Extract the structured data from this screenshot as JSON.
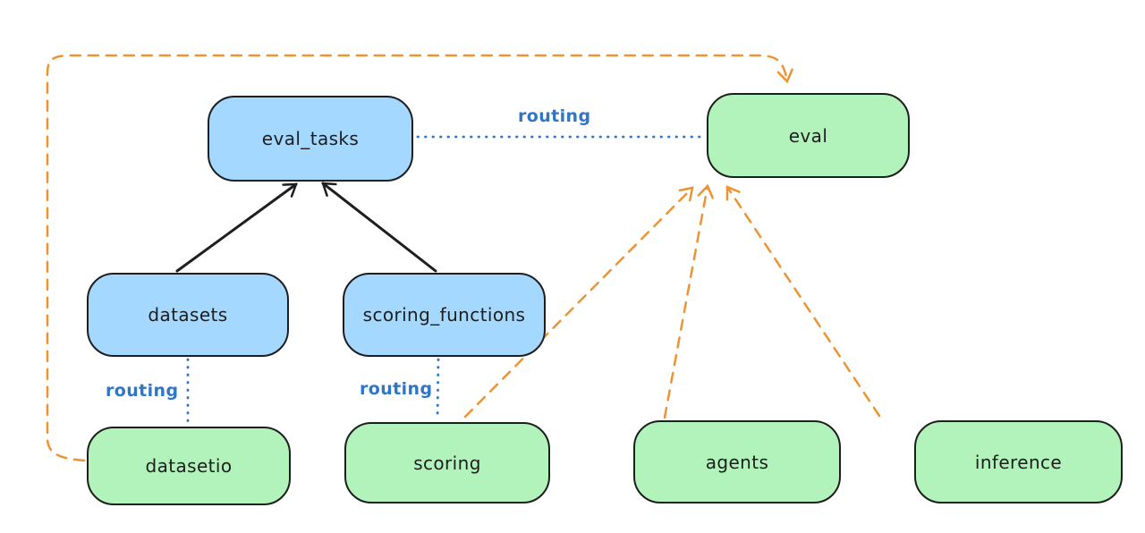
{
  "diagram": {
    "background_color": "#ffffff",
    "colors": {
      "api_box_fill": "#a5d8ff",
      "provider_box_fill": "#b2f2bb",
      "box_stroke": "#1e1e1e",
      "routing_blue": "#2f76c6",
      "orange_dashed": "#ec9434",
      "solid_arrow_black": "#1e1e1e"
    },
    "nodes": [
      {
        "id": "eval_tasks",
        "label": "eval_tasks",
        "color": "blue"
      },
      {
        "id": "eval",
        "label": "eval",
        "color": "green"
      },
      {
        "id": "datasets",
        "label": "datasets",
        "color": "blue"
      },
      {
        "id": "scoring_functions",
        "label": "scoring_functions",
        "color": "blue"
      },
      {
        "id": "datasetio",
        "label": "datasetio",
        "color": "green"
      },
      {
        "id": "scoring",
        "label": "scoring",
        "color": "green"
      },
      {
        "id": "agents",
        "label": "agents",
        "color": "green"
      },
      {
        "id": "inference",
        "label": "inference",
        "color": "green"
      }
    ],
    "edges": [
      {
        "from": "datasets",
        "to": "eval_tasks",
        "style": "solid-black-arrow",
        "label": ""
      },
      {
        "from": "scoring_functions",
        "to": "eval_tasks",
        "style": "solid-black-arrow",
        "label": ""
      },
      {
        "from": "eval_tasks",
        "to": "eval",
        "style": "dotted-blue",
        "label": "routing"
      },
      {
        "from": "datasets",
        "to": "datasetio",
        "style": "dotted-blue",
        "label": "routing"
      },
      {
        "from": "scoring_functions",
        "to": "scoring",
        "style": "dotted-blue",
        "label": "routing"
      },
      {
        "from": "scoring",
        "to": "eval",
        "style": "dashed-orange-arrow",
        "label": ""
      },
      {
        "from": "agents",
        "to": "eval",
        "style": "dashed-orange-arrow",
        "label": ""
      },
      {
        "from": "inference",
        "to": "eval",
        "style": "dashed-orange-arrow",
        "label": ""
      },
      {
        "from": "datasetio",
        "to": "eval",
        "style": "dashed-orange-arrow",
        "label": ""
      }
    ]
  }
}
